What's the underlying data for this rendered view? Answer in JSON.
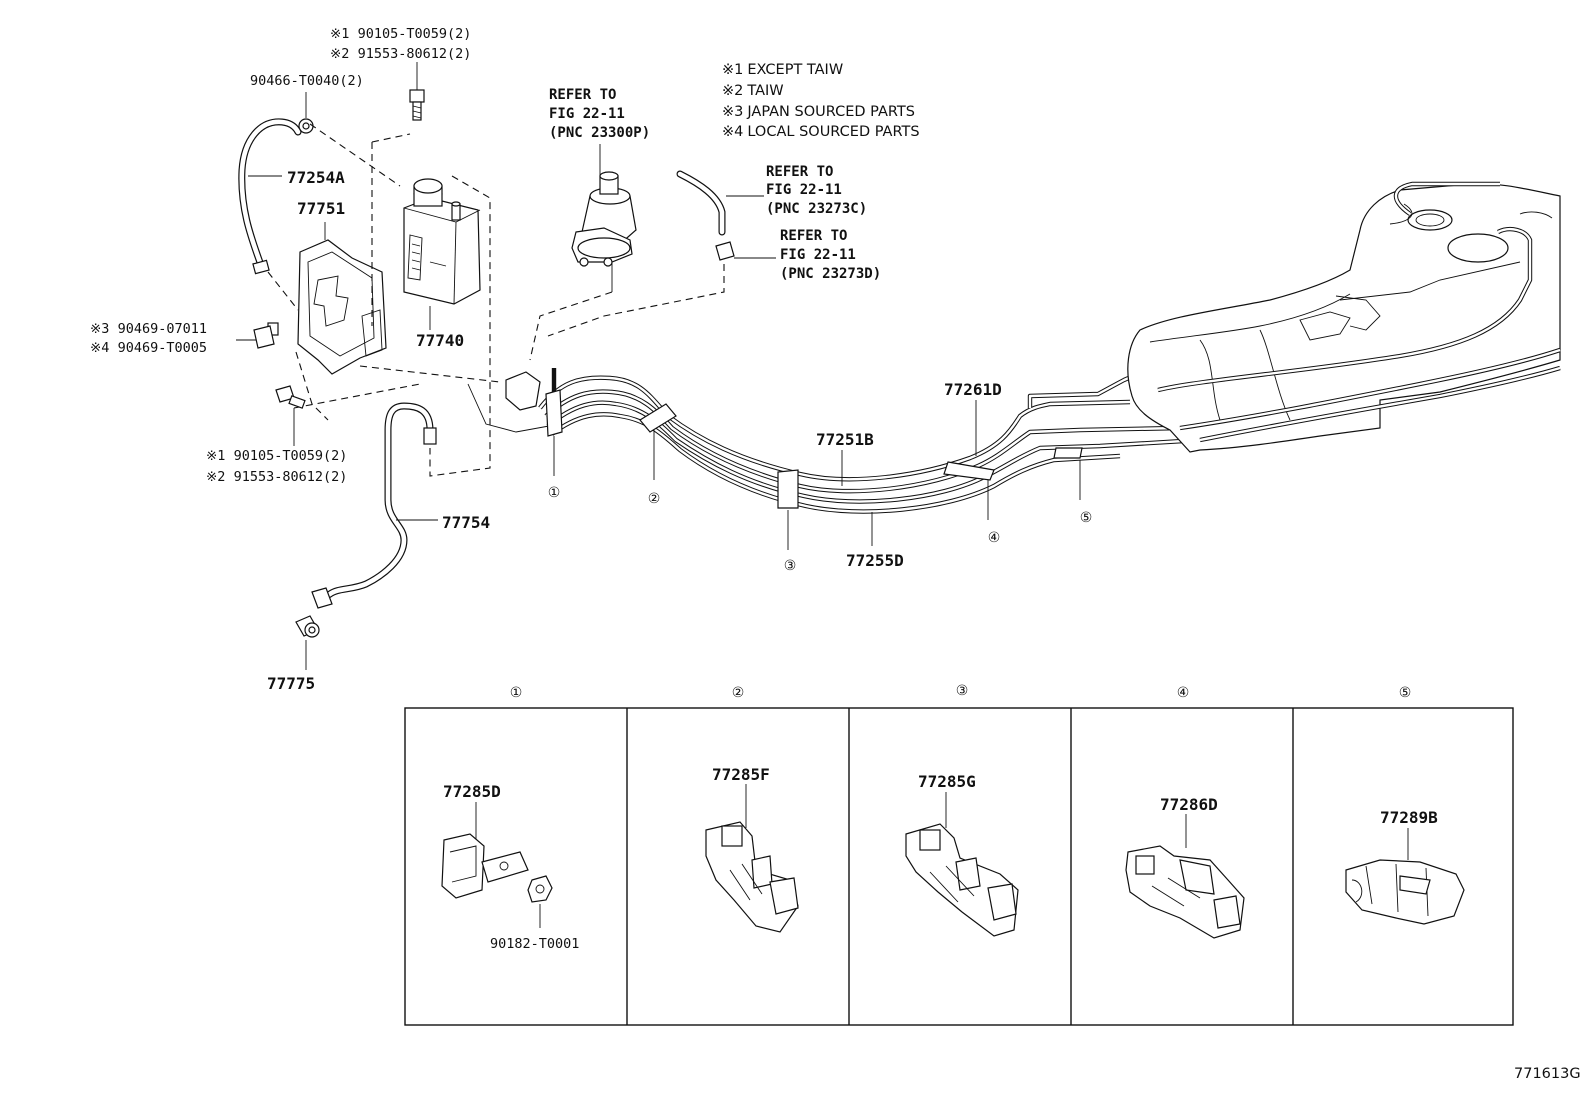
{
  "diagram_id": "771613G",
  "legend": [
    {
      "mark": "※1",
      "text": "EXCEPT TAIW"
    },
    {
      "mark": "※2",
      "text": "TAIW"
    },
    {
      "mark": "※3",
      "text": "JAPAN SOURCED PARTS"
    },
    {
      "mark": "※4",
      "text": "LOCAL SOURCED PARTS"
    }
  ],
  "part_labels": {
    "p77254A": "77254A",
    "p77751": "77751",
    "p77740": "77740",
    "p77754": "77754",
    "p77775": "77775",
    "p90466": "90466-T0040(2)",
    "p77251B": "77251B",
    "p77255D": "77255D",
    "p77261D": "77261D",
    "p77285D": "77285D",
    "p90182": "90182-T0001",
    "p77285F": "77285F",
    "p77285G": "77285G",
    "p77286D": "77286D",
    "p77289B": "77289B"
  },
  "alt_parts": {
    "top_1": "※1 90105-T0059(2)",
    "top_2": "※2 91553-80612(2)",
    "mid_3": "※3 90469-07011",
    "mid_4": "※4 90469-T0005",
    "bot_1": "※1 90105-T0059(2)",
    "bot_2": "※2 91553-80612(2)"
  },
  "refs": {
    "a": {
      "line1": "REFER TO",
      "line2": "FIG 22-11",
      "line3": "(PNC 23300P)"
    },
    "b": {
      "line1": "REFER TO",
      "line2": "FIG 22-11",
      "line3": "(PNC 23273C)"
    },
    "c": {
      "line1": "REFER TO",
      "line2": "FIG 22-11",
      "line3": "(PNC 23273D)"
    }
  },
  "callouts": [
    "①",
    "②",
    "③",
    "④",
    "⑤"
  ]
}
